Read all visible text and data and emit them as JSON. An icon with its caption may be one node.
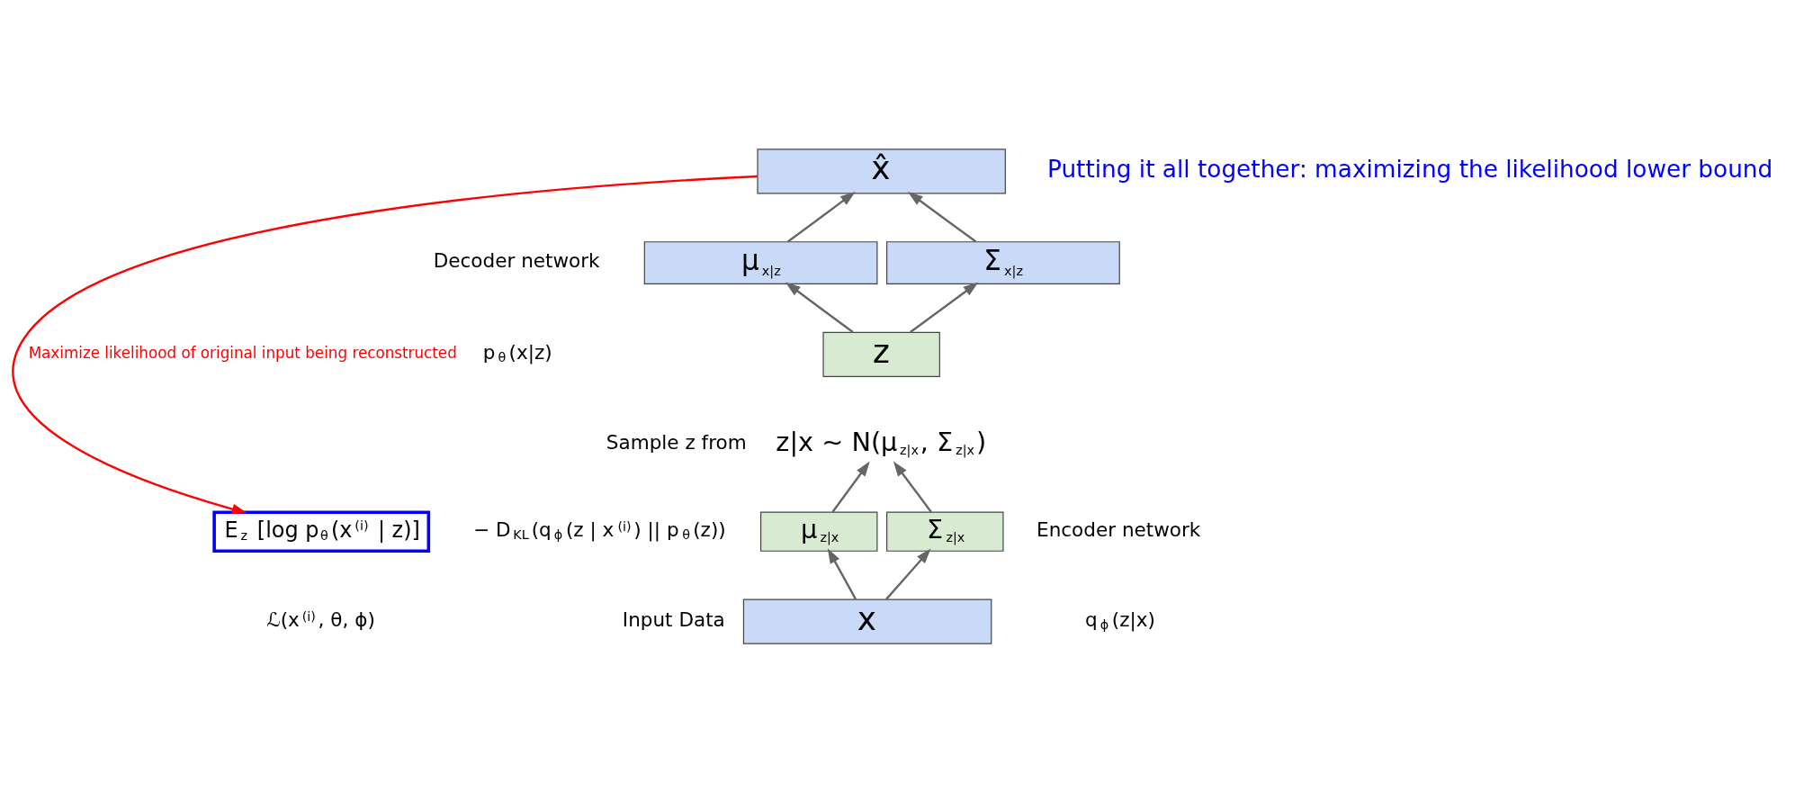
{
  "diagram": {
    "nodes": [
      {
        "text": [
          "x̂"
        ]
      },
      {
        "text": [
          "μ$_{x|z}$"
        ]
      },
      {
        "text": [
          "Σ$_{x|z}$"
        ]
      },
      {
        "text": [
          "z"
        ]
      },
      {
        "text": [
          "z|x ∼ N(μ$_{z|x}$, Σ$_{z|x}$)"
        ],
        "beside": [
          "Sample z from"
        ]
      },
      {
        "text": [
          "μ$_{z|x}$"
        ]
      },
      {
        "text": [
          "Σ$_{z|x}$"
        ]
      },
      {
        "text": [
          "x"
        ],
        "beside": [
          "Input Data"
        ]
      },
      {
        "text": [
          "E$_{z}$ [log p$_{θ}$(x$^{(i)}$ | z)]"
        ]
      }
    ],
    "edges": [
      {
        "from": 7,
        "to": 5,
        "arrow": "to"
      },
      {
        "from": 7,
        "to": 6,
        "arrow": "to"
      },
      {
        "from": 5,
        "to": 4,
        "arrow": "to"
      },
      {
        "from": 6,
        "to": 4,
        "arrow": "to"
      },
      {
        "from": 3,
        "to": 1,
        "arrow": "to"
      },
      {
        "from": 3,
        "to": 2,
        "arrow": "to"
      },
      {
        "from": 1,
        "to": 0,
        "arrow": "to"
      },
      {
        "from": 2,
        "to": 0,
        "arrow": "to"
      },
      {
        "from": 0,
        "to": 8,
        "arrow": "to",
        "label": "Maximize likelihood of original input being reconstructed",
        "color": "#ff0000"
      }
    ],
    "labels": [
      "Putting it all together: maximizing the likelihood lower bound",
      "− D$_{KL}$(q$_{ϕ}$(z | x$^{(i)}$) || p$_{θ}$(z))",
      "ℒ(x$^{(i)}$, θ, ϕ)",
      "Decoder network",
      "p$_{θ}$(x|z)",
      "Encoder network",
      "q$_{ϕ}$(z|x)"
    ]
  }
}
